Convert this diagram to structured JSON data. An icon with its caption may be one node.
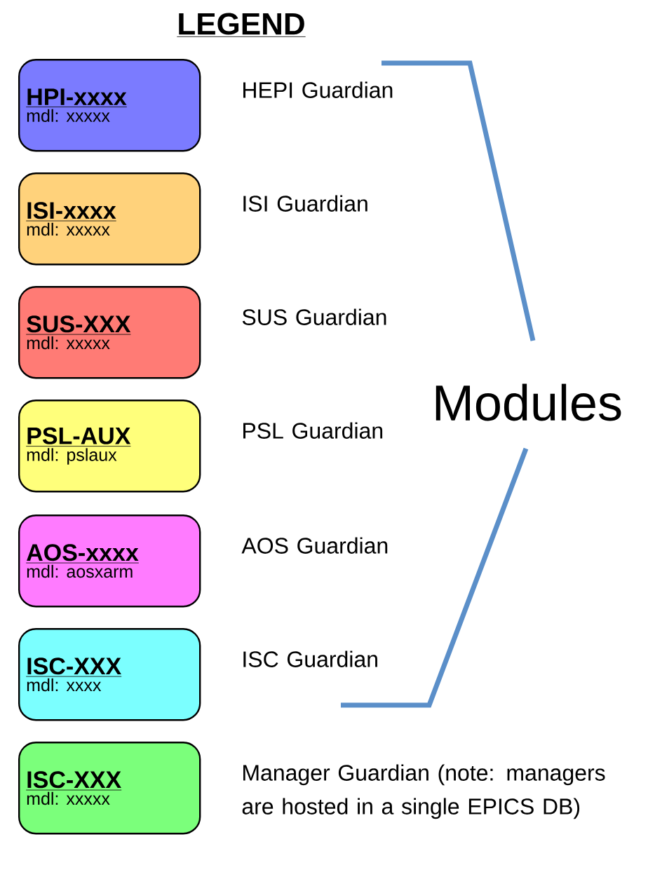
{
  "diagram": {
    "title": "LEGEND",
    "nodes": [
      {
        "text": [
          "HPI-xxxx",
          "mdl: xxxxx"
        ],
        "beside": [
          "HEPI Guardian"
        ]
      },
      {
        "text": [
          "ISI-xxxx",
          "mdl: xxxxx"
        ],
        "beside": [
          "ISI Guardian"
        ]
      },
      {
        "text": [
          "SUS-XXX",
          "mdl: xxxxx"
        ],
        "beside": [
          "SUS Guardian"
        ]
      },
      {
        "text": [
          "PSL-AUX",
          "mdl: pslaux"
        ],
        "beside": [
          "PSL Guardian"
        ]
      },
      {
        "text": [
          "AOS-xxxx",
          "mdl: aosxarm"
        ],
        "beside": [
          "AOS Guardian"
        ]
      },
      {
        "text": [
          "ISC-XXX",
          "mdl: xxxx"
        ],
        "beside": [
          "ISC Guardian"
        ]
      },
      {
        "text": [
          "ISC-XXX",
          "mdl: xxxxx"
        ],
        "beside": [
          "Manager Guardian (note: managers are hosted in a single EPICS DB)"
        ]
      }
    ],
    "labels": [
      "Modules"
    ]
  }
}
